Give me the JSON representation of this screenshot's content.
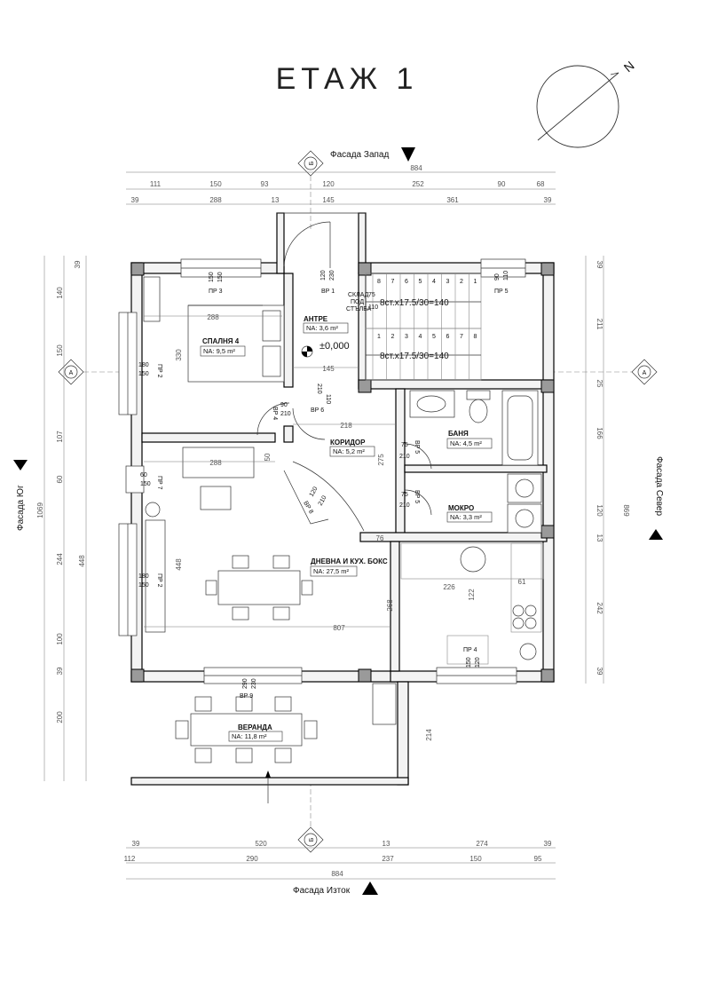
{
  "title": "ЕТАЖ 1",
  "north_label": "N",
  "facades": {
    "west": "Фасада Запад",
    "east": "Фасада Изток",
    "south": "Фасада Юг",
    "north": "Фасада Север"
  },
  "section_markers": {
    "a": "А",
    "b": "Б"
  },
  "rooms": {
    "antre": {
      "name": "АНТРЕ",
      "area": "NA: 3,6 m²"
    },
    "bedroom": {
      "name": "СПАЛНЯ 4",
      "area": "NA: 9,5 m²"
    },
    "corridor": {
      "name": "КОРИДОР",
      "area": "NA: 5,2 m²"
    },
    "bath": {
      "name": "БАНЯ",
      "area": "NA: 4,5 m²"
    },
    "laundry": {
      "name": "МОКРО",
      "area": "NA: 3,3 m²"
    },
    "living": {
      "name": "ДНЕВНА И КУХ. БОКС",
      "area": "NA: 27,5 m²"
    },
    "veranda": {
      "name": "ВЕРАНДА",
      "area": "NA: 11,8 m²"
    }
  },
  "labels": {
    "stairs_upper": "8ст.х17.5/30=140",
    "stairs_lower": "8ст.х17.5/30=140",
    "level": "±0,000",
    "storage": [
      "СКЛАД",
      "ПОД",
      "СТЪЛБА"
    ],
    "openings": {
      "pr3": "ПР 3",
      "pr5": "ПР 5",
      "pr2": "ПР 2",
      "pr7": "ПР 7",
      "pr4": "ПР 4",
      "vr1": "ВР 1",
      "vr4": "ВР 4",
      "vr5a": "ВР 5",
      "vr5b": "ВР 5",
      "vr6": "ВР 6",
      "vr8": "ВР 8",
      "vr9": "ВР 9"
    }
  },
  "dims_top_1": [
    "111",
    "150",
    "93",
    "120",
    "252",
    "90",
    "68"
  ],
  "dims_top_2": [
    "39",
    "288",
    "13",
    "145",
    "361",
    "39"
  ],
  "dim_top_total": "884",
  "dims_bottom_1": [
    "39",
    "520",
    "13",
    "274",
    "39"
  ],
  "dims_bottom_2": [
    "112",
    "290",
    "237",
    "150",
    "95"
  ],
  "dim_bottom_total": "884",
  "dims_left_1": [
    "39",
    "140",
    "150",
    "107",
    "60",
    "244",
    "100",
    "39",
    "200"
  ],
  "dims_left_2": [
    "448"
  ],
  "dim_left_total": "1069",
  "dims_right_1": [
    "39",
    "211",
    "25",
    "166",
    "120",
    "13",
    "242",
    "39"
  ],
  "dim_right_total": "869",
  "interior_dims": {
    "d288a": "288",
    "d330": "330",
    "d145": "145",
    "d218": "218",
    "d288b": "288",
    "d275": "275",
    "d448": "448",
    "d807": "807",
    "d76": "76",
    "d226": "226",
    "d122": "122",
    "d268": "268",
    "d61": "61",
    "d214": "214",
    "d110": "110",
    "d210": "210",
    "d50": "50"
  },
  "window_sizes": {
    "pr3": [
      "150",
      "150"
    ],
    "pr5": [
      "90",
      "110"
    ],
    "pr2": [
      "180",
      "150"
    ],
    "pr7": [
      "60",
      "150"
    ],
    "pr2b": [
      "180",
      "150"
    ],
    "pr4": [
      "150",
      "120"
    ],
    "vr1": [
      "120",
      "230"
    ],
    "vr4": [
      "90",
      "210"
    ],
    "vr6": [
      "110",
      "210"
    ],
    "vr5a": [
      "75",
      "210"
    ],
    "vr5b": [
      "75",
      "210"
    ],
    "vr8": [
      "120",
      "210"
    ],
    "vr9": [
      "290",
      "230"
    ],
    "skl": [
      "75",
      "110"
    ]
  },
  "stair_numbers_top": [
    "8",
    "7",
    "6",
    "5",
    "4",
    "3",
    "2",
    "1"
  ],
  "stair_numbers_bottom": [
    "1",
    "2",
    "3",
    "4",
    "5",
    "6",
    "7",
    "8"
  ]
}
